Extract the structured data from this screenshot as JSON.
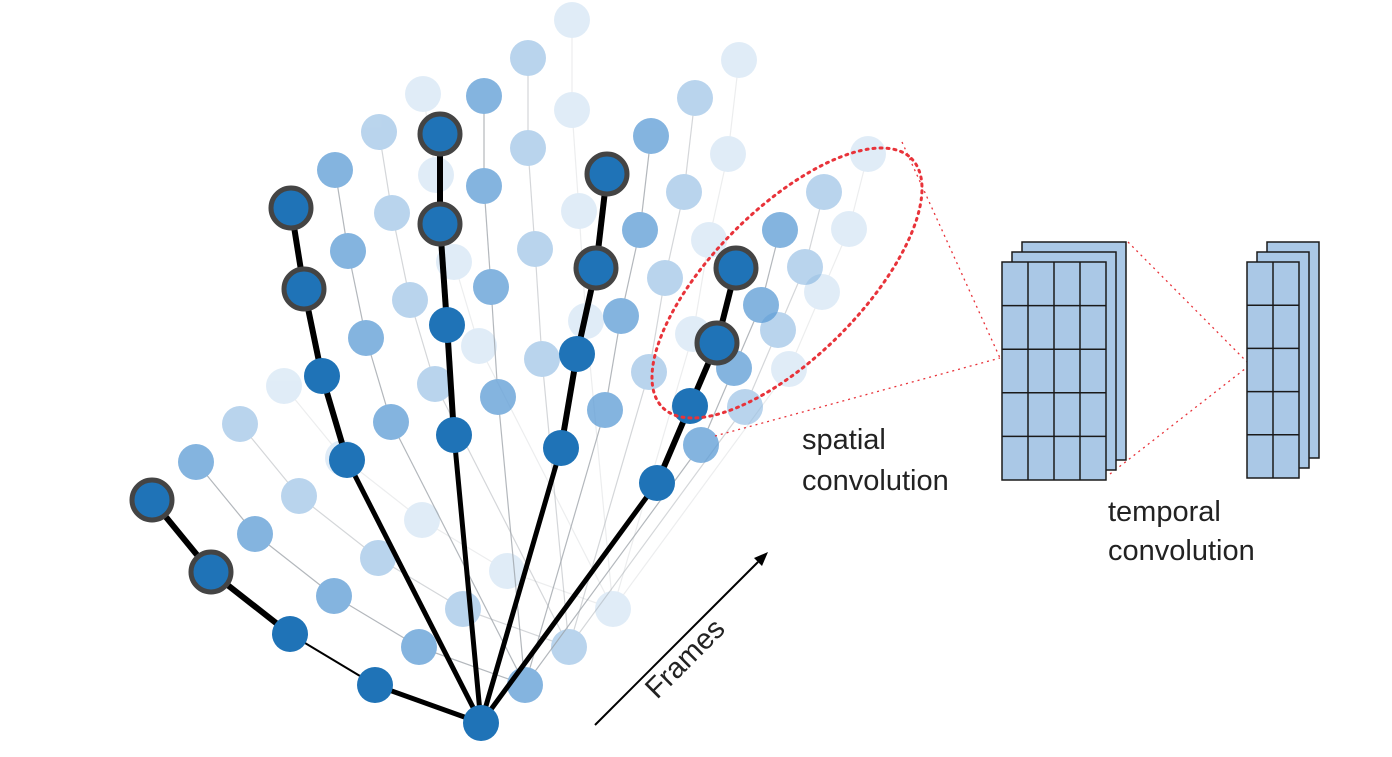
{
  "labels": {
    "spatial_line1": "spatial",
    "spatial_line2": "convolution",
    "temporal_line1": "temporal",
    "temporal_line2": "convolution",
    "frames_axis": "Frames"
  },
  "colors": {
    "joint_dark": "#1f73b7",
    "joint_outline": "#444444",
    "bone": "#000000",
    "ghost_joint": "#5b9bd5",
    "ghost_bone": "#9aa0a6",
    "selection_dotted": "#e8333a",
    "feature_map_fill": "#aac8e6",
    "grid_line": "#1a1a1a"
  },
  "skeleton": {
    "frame_count": 4,
    "finger_count": 5,
    "joints_per_finger": 4
  },
  "feature_maps": {
    "spatial": {
      "layers": 3,
      "rows": 5,
      "cols": 4
    },
    "temporal": {
      "layers": 3,
      "rows": 5,
      "cols": 2
    }
  }
}
